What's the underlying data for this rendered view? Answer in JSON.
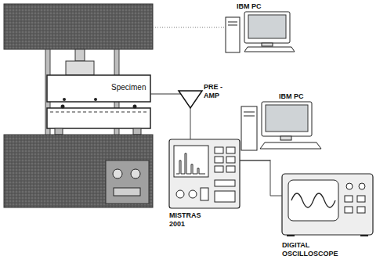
{
  "diagram": {
    "nodes": [
      {
        "text": [
          "IBM PC"
        ]
      },
      {
        "text": [
          "IBM PC"
        ]
      },
      {
        "text": [
          "PRE -AMP"
        ]
      },
      {
        "text": [
          "MISTRAS 2001"
        ]
      },
      {
        "text": [
          "DIGITAL OSCILLOSCOPE"
        ]
      }
    ],
    "edges": [
      {
        "from": 2,
        "to": 3,
        "arrow": "none"
      },
      {
        "from": 3,
        "to": 1,
        "arrow": "none"
      },
      {
        "from": 3,
        "to": 4,
        "arrow": "none"
      }
    ],
    "labels": [
      "Specimen"
    ]
  }
}
